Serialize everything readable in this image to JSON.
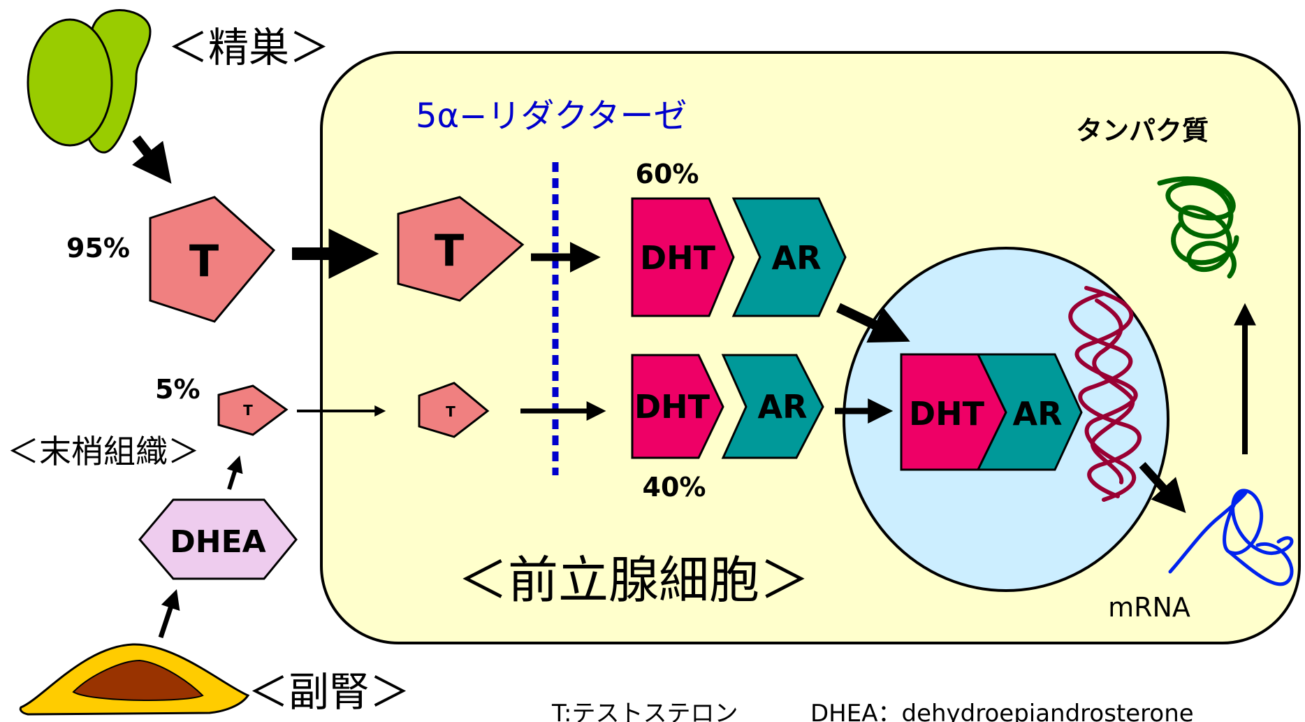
{
  "labels": {
    "testis": "＜精巣＞",
    "peripheral": "＜末梢組織＞",
    "adrenal": "＜副腎＞",
    "prostate_cell": "＜前立腺細胞＞",
    "enzyme": "5α−リダクターゼ",
    "protein": "タンパク質",
    "mrna": "mRNA",
    "pct_95": "95%",
    "pct_5": "5%",
    "pct_60": "60%",
    "pct_40": "40%",
    "t": "T",
    "dht": "DHT",
    "ar": "AR",
    "dhea": "DHEA",
    "legend_t": "T:テストステロン",
    "legend_dhea": "DHEA：dehydroepiandrosterone"
  },
  "colors": {
    "cell_fill": "#ffffcc",
    "nucleus_fill": "#cceeff",
    "testosterone": "#f08080",
    "dht": "#ee0066",
    "ar": "#009999",
    "dhea": "#eeccee",
    "enzyme_text": "#0000cc",
    "dna": "#990033",
    "mrna": "#0022ee",
    "protein": "#006600",
    "testis": "#99cc00",
    "adrenal_outer": "#ffcc00",
    "adrenal_inner": "#993300"
  }
}
